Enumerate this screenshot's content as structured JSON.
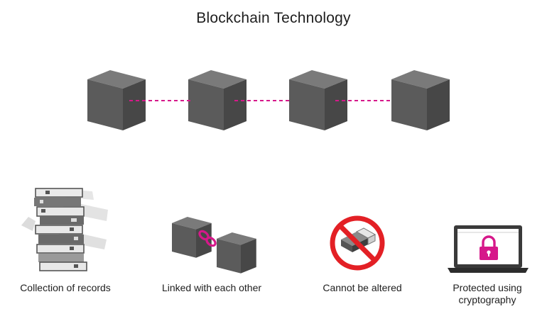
{
  "title": "Blockchain Technology",
  "colors": {
    "block_front": "#5b5b5b",
    "block_top": "#7a7a7a",
    "block_side": "#474747",
    "link_accent": "#d6188a",
    "forbidden_red": "#e32025"
  },
  "chain": {
    "block_count": 4,
    "link_style": "dashed"
  },
  "features": [
    {
      "icon": "binder-stack-icon",
      "caption": "Collection of records"
    },
    {
      "icon": "linked-blocks-icon",
      "caption": "Linked with each other"
    },
    {
      "icon": "no-eraser-icon",
      "caption": "Cannot be altered"
    },
    {
      "icon": "laptop-lock-icon",
      "caption_line1": "Protected using",
      "caption_line2": "cryptography"
    }
  ]
}
